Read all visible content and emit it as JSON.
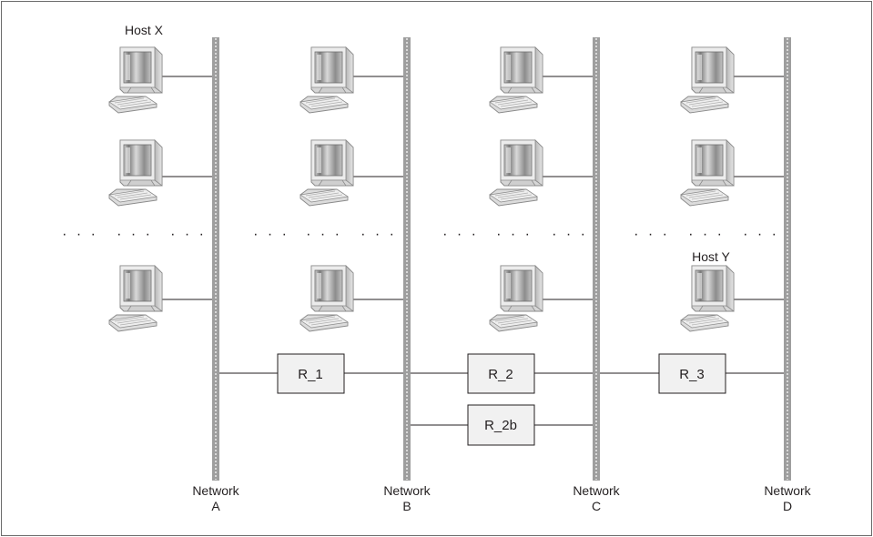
{
  "hosts": {
    "host_x": "Host X",
    "host_y": "Host Y"
  },
  "networks": [
    {
      "line1": "Network",
      "line2": "A"
    },
    {
      "line1": "Network",
      "line2": "B"
    },
    {
      "line1": "Network",
      "line2": "C"
    },
    {
      "line1": "Network",
      "line2": "D"
    }
  ],
  "routers": [
    {
      "label": "R_1"
    },
    {
      "label": "R_2"
    },
    {
      "label": "R_2b"
    },
    {
      "label": "R_3"
    }
  ],
  "ellipsis": "· · ·"
}
